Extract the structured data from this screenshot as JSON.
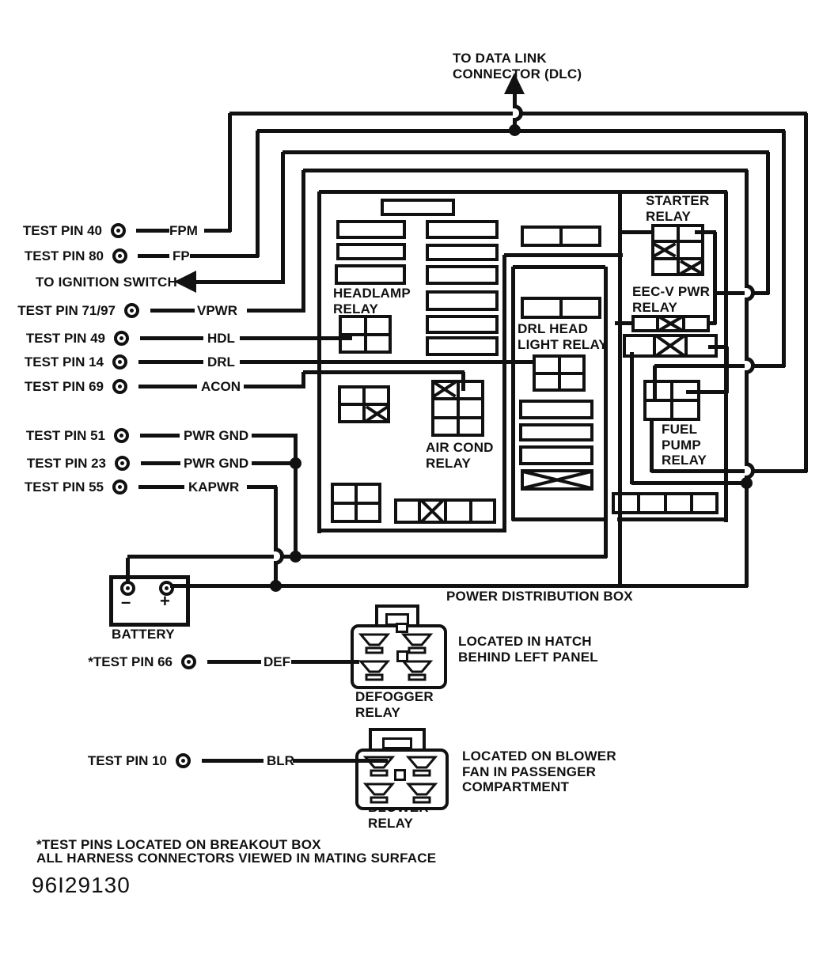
{
  "colors": {
    "ink": "#111111",
    "paper": "#ffffff"
  },
  "dlc_label": "TO DATA LINK\nCONNECTOR (DLC)",
  "ignition_label": "TO IGNITION SWITCH",
  "left_pins": [
    {
      "pin": "TEST PIN 40",
      "signal": "FPM"
    },
    {
      "pin": "TEST PIN 80",
      "signal": "FP"
    },
    {
      "pin": "TEST PIN 71/97",
      "signal": "VPWR"
    },
    {
      "pin": "TEST PIN 49",
      "signal": "HDL"
    },
    {
      "pin": "TEST PIN 14",
      "signal": "DRL"
    },
    {
      "pin": "TEST PIN 69",
      "signal": "ACON"
    },
    {
      "pin": "TEST PIN 51",
      "signal": "PWR GND"
    },
    {
      "pin": "TEST PIN 23",
      "signal": "PWR GND"
    },
    {
      "pin": "TEST PIN 55",
      "signal": "KAPWR"
    },
    {
      "pin": "*TEST PIN 66",
      "signal": "DEF"
    },
    {
      "pin": "TEST PIN 10",
      "signal": "BLR"
    }
  ],
  "box_label": "POWER DISTRIBUTION BOX",
  "relays": {
    "headlamp": "HEADLAMP\nRELAY",
    "drl": "DRL HEAD\nLIGHT RELAY",
    "air_cond": "AIR COND\nRELAY",
    "starter": "STARTER\nRELAY",
    "eecv": "EEC-V PWR\nRELAY",
    "fuel_pump": "FUEL\nPUMP\nRELAY"
  },
  "battery": {
    "label": "BATTERY",
    "neg_sign": "–",
    "pos_sign": "+"
  },
  "defogger": {
    "label": "DEFOGGER\nRELAY",
    "location": "LOCATED IN HATCH\nBEHIND LEFT PANEL"
  },
  "blower": {
    "label": "BLOWER\nRELAY",
    "location": "LOCATED ON BLOWER\nFAN IN PASSENGER\nCOMPARTMENT"
  },
  "notes": [
    "*TEST PINS LOCATED ON BREAKOUT BOX",
    "ALL HARNESS CONNECTORS VIEWED IN MATING SURFACE"
  ],
  "figure_id": "96I29130"
}
